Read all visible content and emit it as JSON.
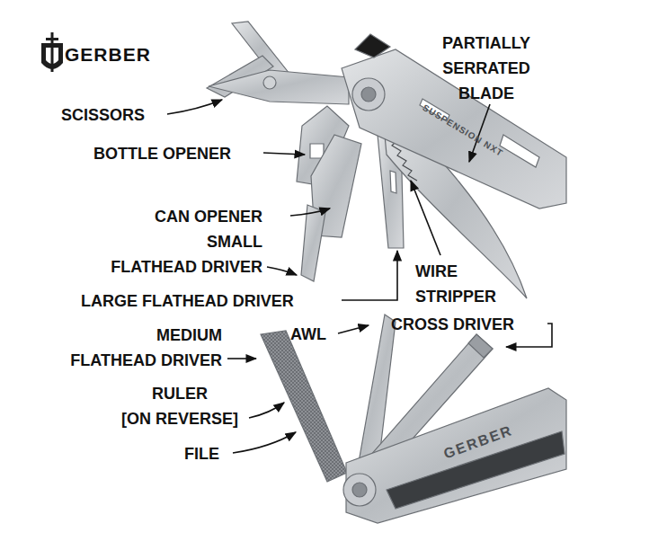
{
  "diagram": {
    "labels": [
      "GERBER",
      "PARTIALLY SERRATED BLADE",
      "SCISSORS",
      "SUSPENSION NXT",
      "BOTTLE OPENER",
      "CAN OPENER",
      "SMALL FLATHEAD DRIVER",
      "WIRE STRIPPER",
      "LARGE FLATHEAD DRIVER",
      "MEDIUM FLATHEAD DRIVER",
      "AWL",
      "CROSS DRIVER",
      "RULER [ON REVERSE]",
      "FILE",
      "GERBER"
    ]
  }
}
